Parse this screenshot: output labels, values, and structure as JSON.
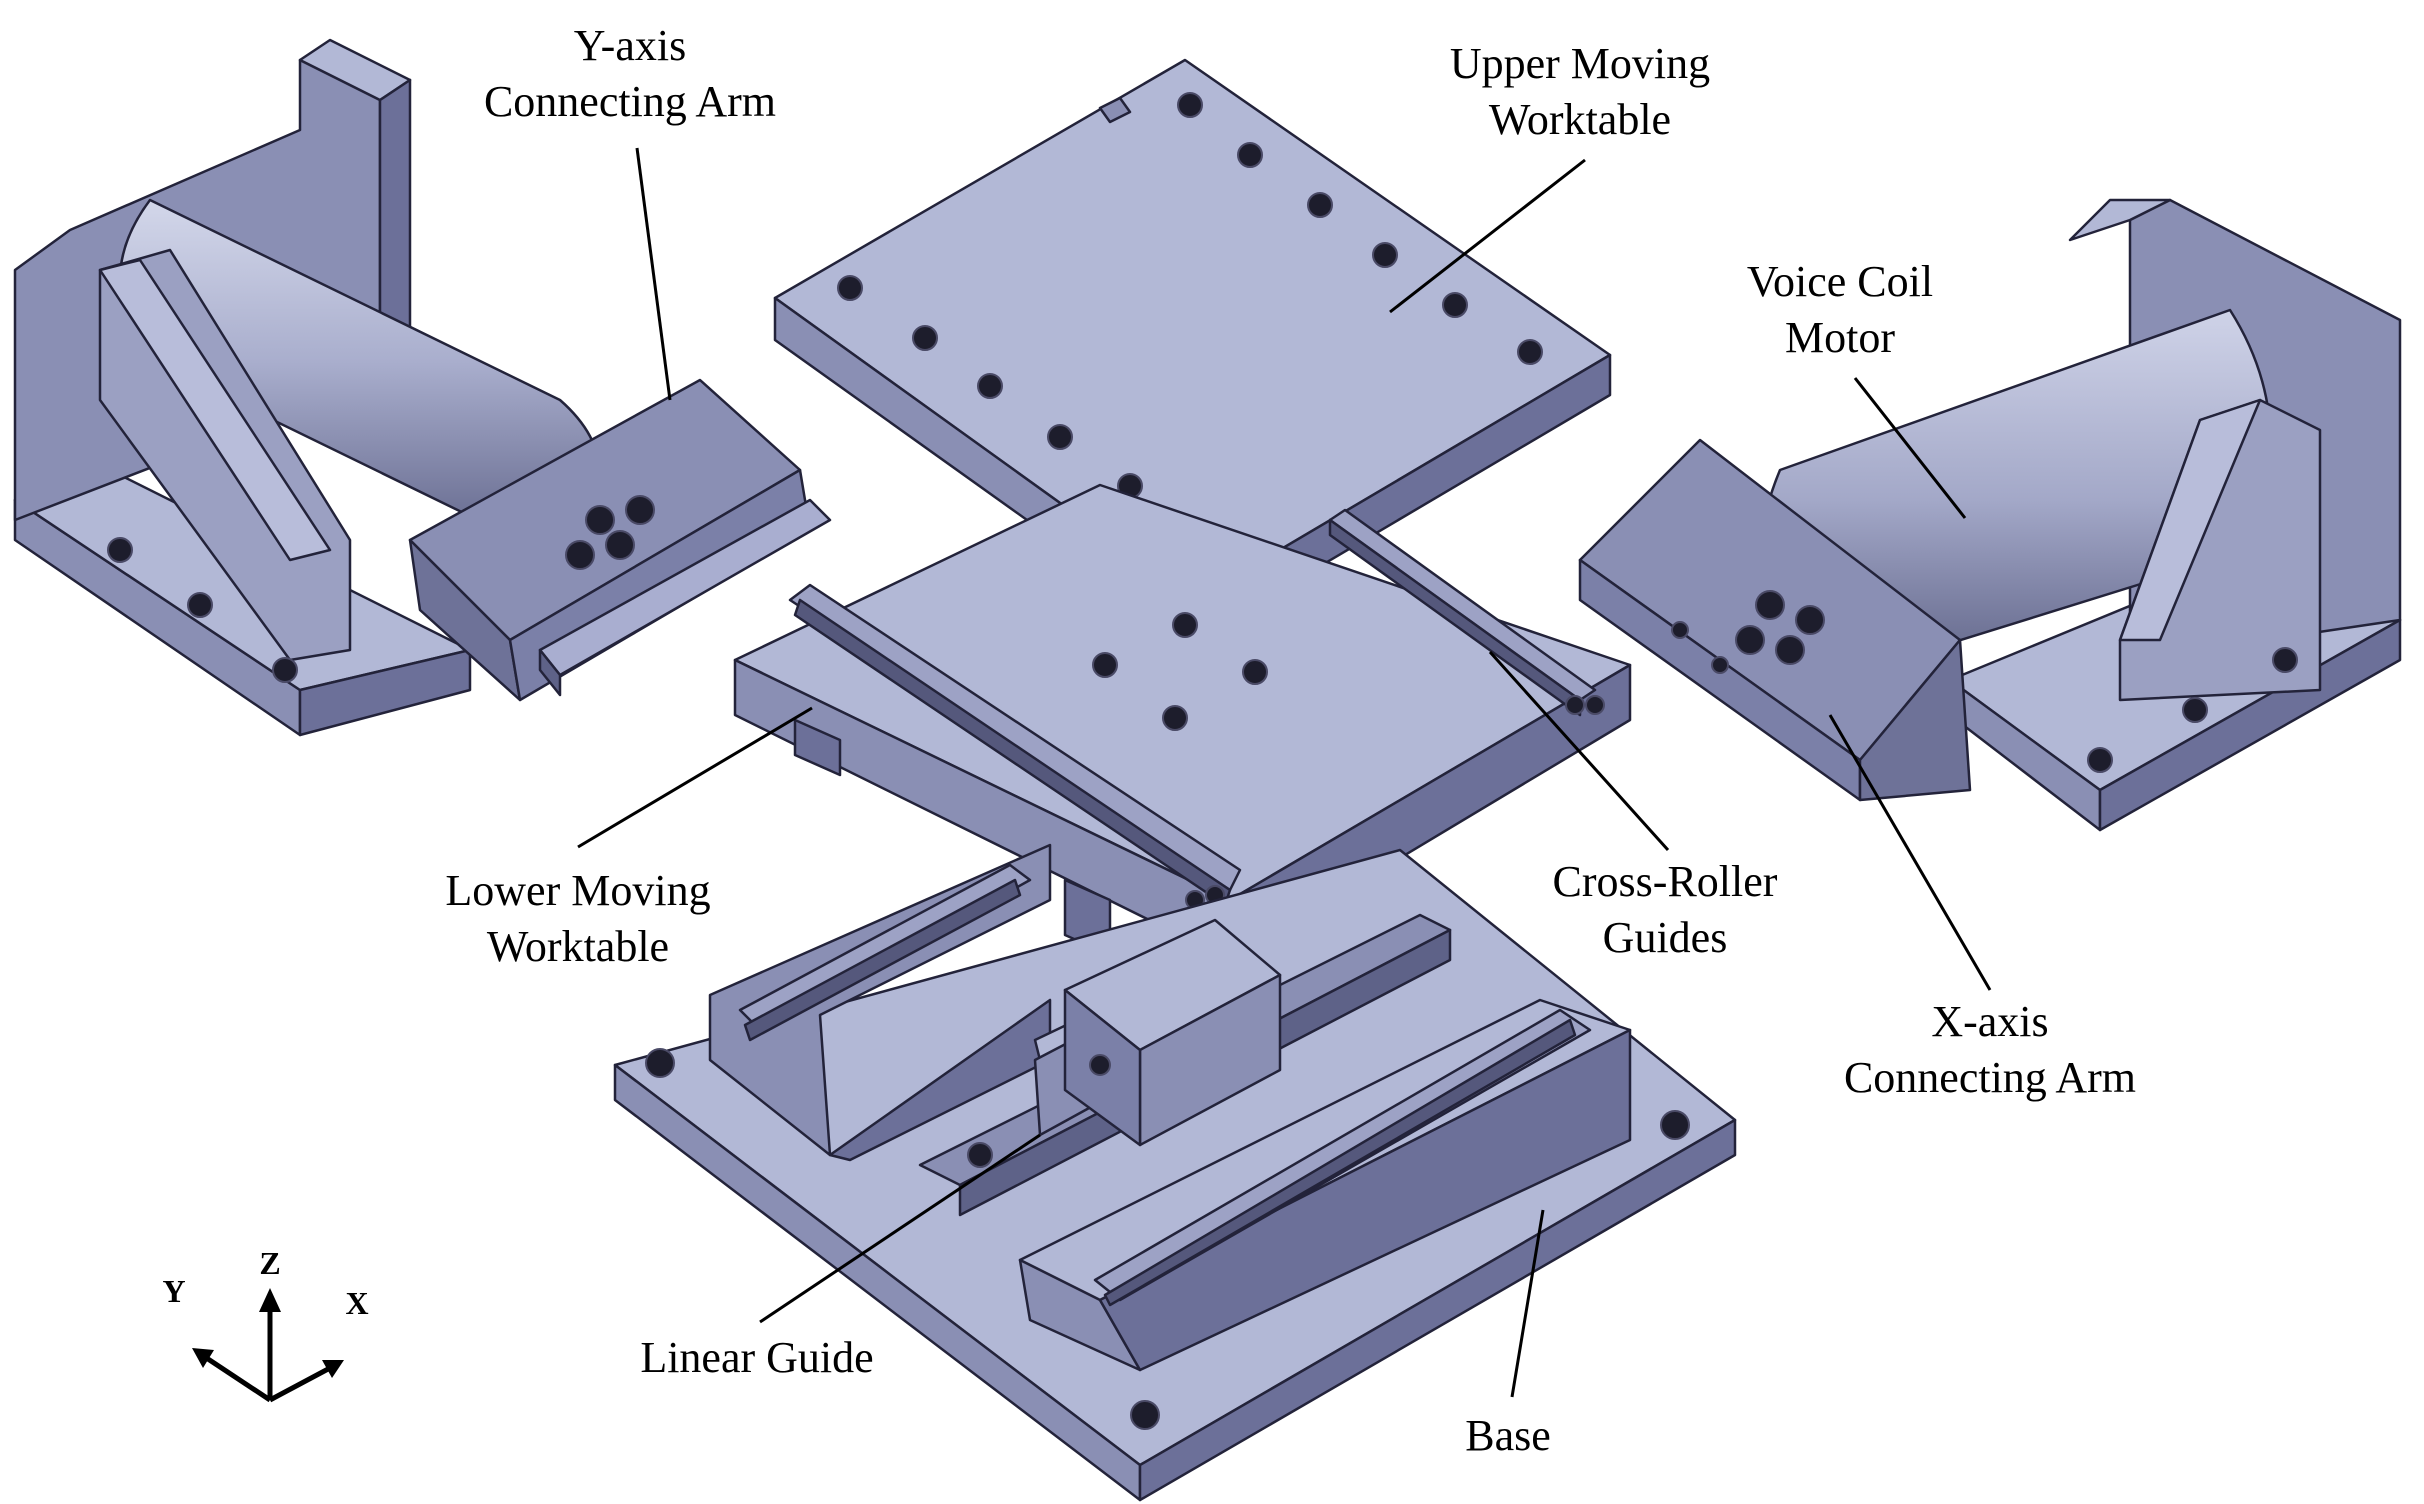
{
  "labels": {
    "y_arm": [
      "Y-axis",
      "Connecting Arm"
    ],
    "upper_table": [
      "Upper Moving",
      "Worktable"
    ],
    "voice_coil": [
      "Voice Coil",
      "Motor"
    ],
    "lower_table": [
      "Lower Moving",
      "Worktable"
    ],
    "cross_roller": [
      "Cross-Roller",
      "Guides"
    ],
    "x_arm": [
      "X-axis",
      "Connecting Arm"
    ],
    "linear_guide": "Linear Guide",
    "base": "Base"
  },
  "axes": {
    "y": "Y",
    "z": "Z",
    "x": "X"
  },
  "colors": {
    "top_face": "#b2b8d6",
    "side_face": "#8a8fb4",
    "dark_face": "#55587c",
    "line": "#000000"
  }
}
